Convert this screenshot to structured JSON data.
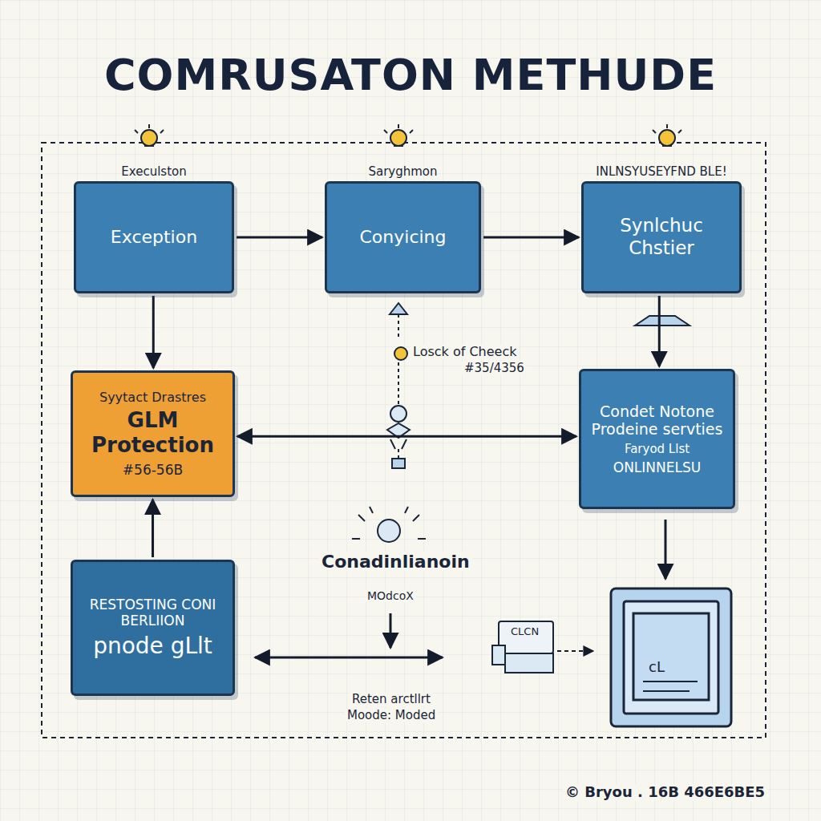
{
  "diagram": {
    "title": "COMRUSATON METHUDE",
    "nodes": [
      {
        "text": [
          "Execulston",
          "Exception"
        ]
      },
      {
        "text": [
          "Saryghmon",
          "Conyicing"
        ]
      },
      {
        "text": [
          "INLNSYUSEYFND BLE!",
          "Synlchuc Chstier"
        ]
      },
      {
        "text": [
          "Syytact Drastres",
          "GLM Protection",
          "#56-56B"
        ]
      },
      {
        "text": [
          "Condet Notone Prodeine servties",
          "Faryod Llst",
          "ONLINNELSU"
        ]
      },
      {
        "text": [
          "RESTOSTING CONI BERLIION",
          "pnode gLlt"
        ]
      }
    ],
    "edges": [
      {
        "from": 0,
        "to": 1,
        "arrow": "to"
      },
      {
        "from": 1,
        "to": 2,
        "arrow": "to"
      },
      {
        "from": 0,
        "to": 3,
        "arrow": "to"
      },
      {
        "from": 2,
        "to": 4,
        "arrow": "to"
      },
      {
        "from": 3,
        "to": 4,
        "arrow": "both"
      },
      {
        "from": 5,
        "to": 3,
        "arrow": "to"
      }
    ],
    "labels": [
      "Losck of Cheeck",
      "#35/4356",
      "Conadinlianoin",
      "MOdcoX",
      "Reten arctllrt",
      "Moode: Moded",
      "CLCN",
      "cL",
      "© Bryou . 16B 466E6BE5"
    ]
  }
}
